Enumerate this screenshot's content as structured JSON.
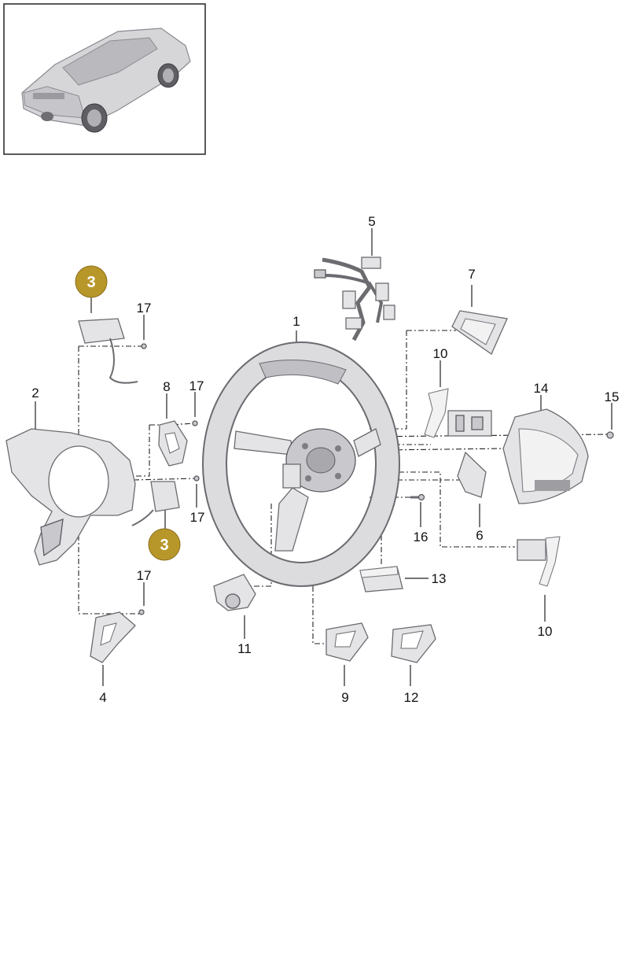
{
  "thumbnail": {
    "icon": "sports-car-thumbnail"
  },
  "diagram": {
    "badge_color": "#b8972a",
    "callouts": [
      {
        "id": "c1",
        "label": "1"
      },
      {
        "id": "c2",
        "label": "2"
      },
      {
        "id": "c3a",
        "label": "3"
      },
      {
        "id": "c3b",
        "label": "3"
      },
      {
        "id": "c4",
        "label": "4"
      },
      {
        "id": "c5",
        "label": "5"
      },
      {
        "id": "c6",
        "label": "6"
      },
      {
        "id": "c7",
        "label": "7"
      },
      {
        "id": "c8",
        "label": "8"
      },
      {
        "id": "c9",
        "label": "9"
      },
      {
        "id": "c10a",
        "label": "10"
      },
      {
        "id": "c10b",
        "label": "10"
      },
      {
        "id": "c11",
        "label": "11"
      },
      {
        "id": "c12",
        "label": "12"
      },
      {
        "id": "c13",
        "label": "13"
      },
      {
        "id": "c14",
        "label": "14"
      },
      {
        "id": "c15",
        "label": "15"
      },
      {
        "id": "c16",
        "label": "16"
      },
      {
        "id": "c17a",
        "label": "17"
      },
      {
        "id": "c17b",
        "label": "17"
      },
      {
        "id": "c17c",
        "label": "17"
      },
      {
        "id": "c17d",
        "label": "17"
      }
    ]
  }
}
